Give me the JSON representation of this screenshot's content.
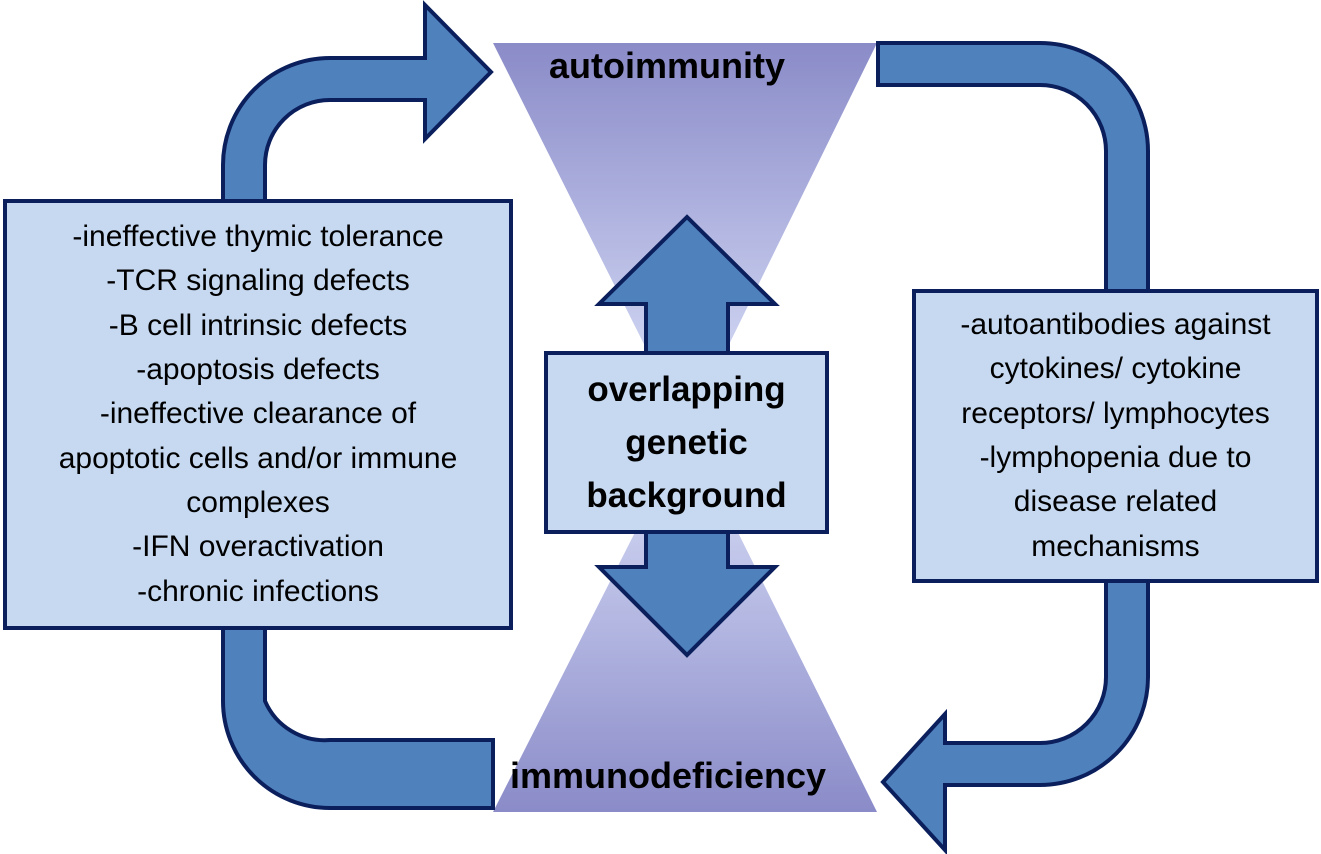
{
  "labels": {
    "top": "autoimmunity",
    "bottom": "immunodeficiency"
  },
  "center_box": {
    "lines": [
      "overlapping",
      "genetic",
      "background"
    ]
  },
  "left_box": {
    "lines": [
      "-ineffective thymic tolerance",
      "-TCR signaling defects",
      "-B cell intrinsic defects",
      "-apoptosis defects",
      "-ineffective clearance of",
      "apoptotic cells and/or immune",
      "complexes",
      "-IFN overactivation",
      "-chronic infections"
    ]
  },
  "right_box": {
    "lines": [
      "-autoantibodies against",
      "cytokines/ cytokine",
      "receptors/ lymphocytes",
      "-lymphopenia due to",
      "disease related",
      "mechanisms"
    ]
  },
  "colors": {
    "arrow_fill": "#4f81bd",
    "arrow_stroke": "#0a1f5c",
    "box_fill": "#c6d9f0",
    "hourglass_dark": "#8a8bc8",
    "hourglass_light": "#dde4fb"
  }
}
